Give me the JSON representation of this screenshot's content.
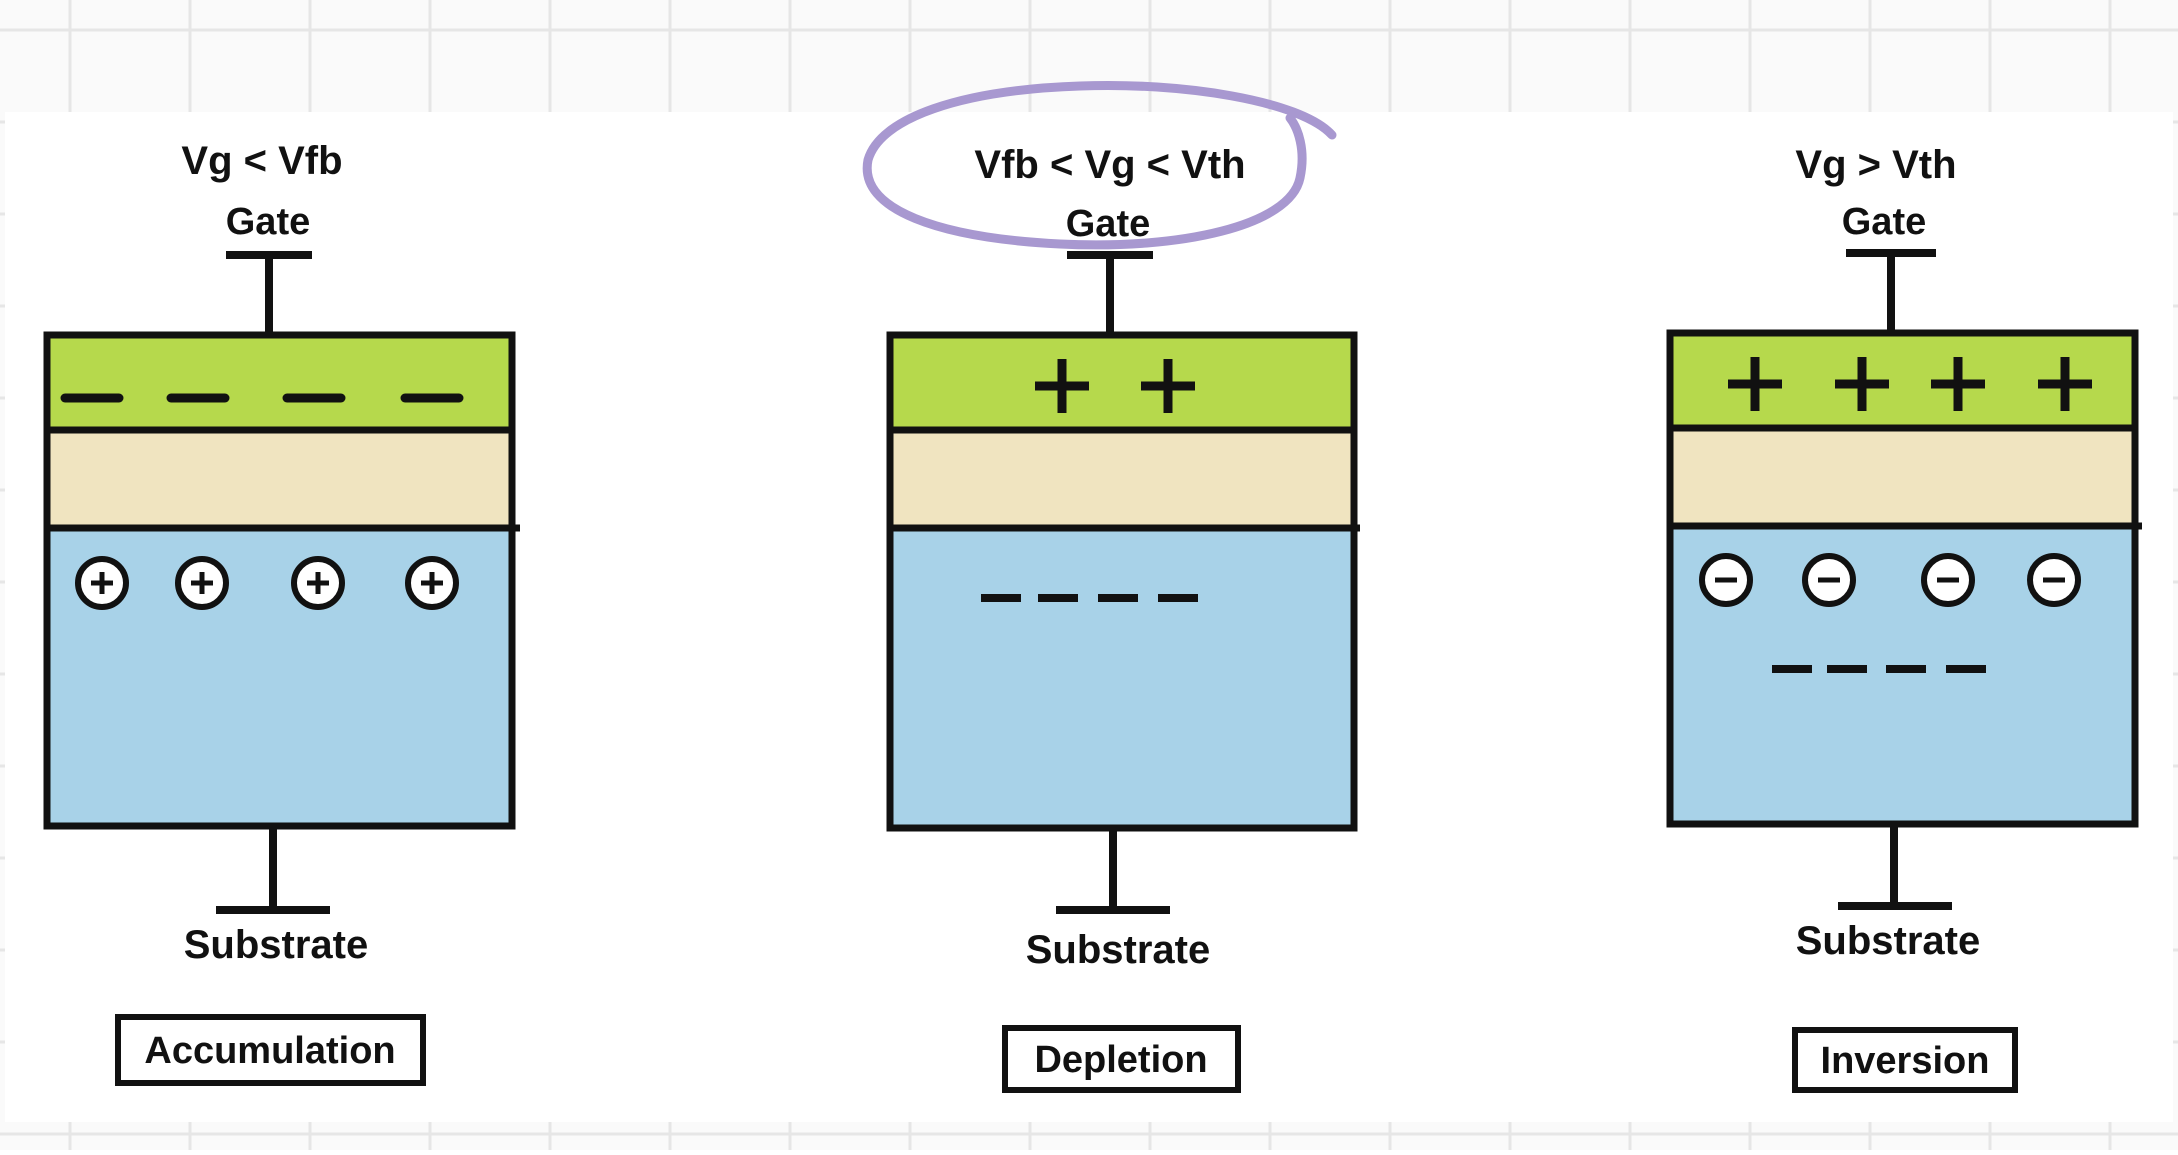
{
  "colors": {
    "gate_layer": "#b6d94c",
    "oxide_layer": "#f0e4c0",
    "substrate_layer": "#a8d2e8",
    "outline": "#111111",
    "annotation": "#a898d0",
    "grid": "#e6e6e6"
  },
  "panels": [
    {
      "condition": "Vg < Vfb",
      "gate_label": "Gate",
      "substrate_label": "Substrate",
      "state_label": "Accumulation",
      "gate_charge": "-",
      "gate_charge_count": 4,
      "substrate_carriers": {
        "type": "hole",
        "symbol": "+",
        "count": 4
      },
      "depletion_charge_count": 0
    },
    {
      "condition": "Vfb < Vg < Vth",
      "gate_label": "Gate",
      "substrate_label": "Substrate",
      "state_label": "Depletion",
      "gate_charge": "+",
      "gate_charge_count": 2,
      "substrate_carriers": {
        "type": "none",
        "symbol": "",
        "count": 0
      },
      "depletion_charge_count": 4,
      "highlighted": true
    },
    {
      "condition": "Vg > Vth",
      "gate_label": "Gate",
      "substrate_label": "Substrate",
      "state_label": "Inversion",
      "gate_charge": "+",
      "gate_charge_count": 4,
      "substrate_carriers": {
        "type": "electron",
        "symbol": "-",
        "count": 4
      },
      "depletion_charge_count": 4
    }
  ]
}
